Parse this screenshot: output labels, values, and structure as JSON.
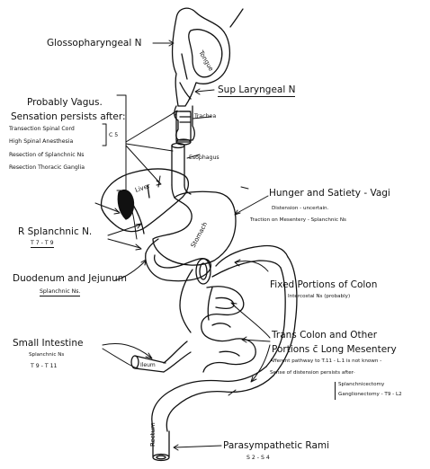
{
  "organs": {
    "tongue": "Tongue",
    "trachea": "Trachea",
    "esophagus": "Esophagus",
    "liver": "Liver",
    "stomach": "Stomach",
    "ileum": "Ileum",
    "rectum": "Rectum"
  },
  "labels": {
    "glossopharyngeal": "Glossopharyngeal N",
    "sup_laryngeal": "Sup Laryngeal N",
    "vagus_title": "Probably Vagus.",
    "vagus_sub": "Sensation persists after:",
    "vagus_items": [
      "Transection Spinal Cord",
      "High Spinal Anesthesia",
      "Resection of Splanchnic Ns",
      "Resection Thoracic Ganglia"
    ],
    "c5": "C 5",
    "hunger": "Hunger and Satiety - Vagi",
    "hunger_notes": [
      "Distension - uncertain.",
      "Traction on Mesentery - Splanchnic Ns"
    ],
    "r_splanchnic": "R Splanchnic N.",
    "r_splanchnic_seg": "T 7 - T 9",
    "duodenum": "Duodenum and Jejunum",
    "duodenum_sub": "Splanchnic Ns.",
    "fixed_colon": "Fixed Portions of Colon",
    "fixed_colon_sub": "Intercostal Ns (probably)",
    "small_intestine": "Small Intestine",
    "small_intestine_sub": "Splanchnic Ns",
    "small_intestine_seg": "T 9 - T 11",
    "trans_colon_1": "Trans Colon and Other",
    "trans_colon_2": "Portions c̄ Long Mesentery",
    "trans_colon_notes": [
      "Afferent pathway to T.11 - L.1 is not known -",
      "Sense of distension persists after·"
    ],
    "trans_colon_list": [
      "Splanchnicectomy",
      "Ganglionectomy - T9 - L2"
    ],
    "parasympathetic": "Parasympathetic Rami",
    "parasympathetic_seg": "S 2 - S 4"
  }
}
